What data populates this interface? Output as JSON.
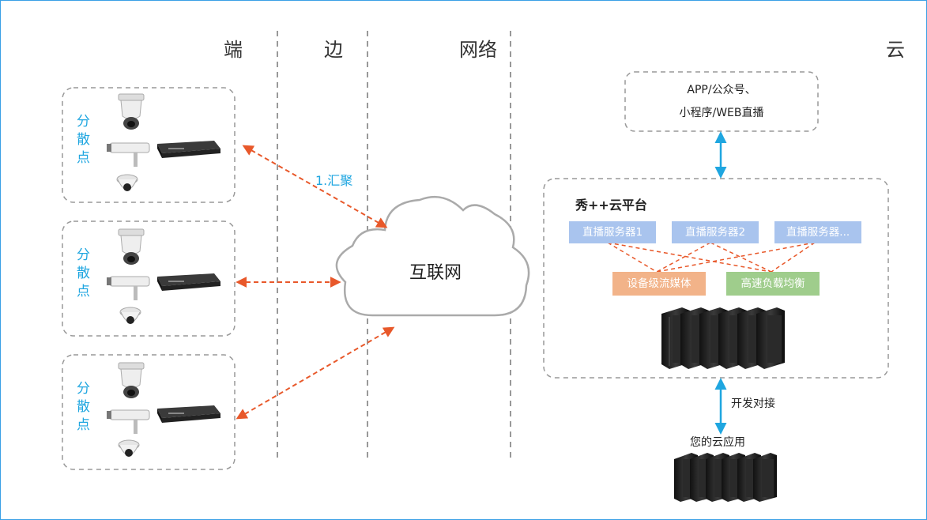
{
  "columns": {
    "end": "端",
    "edge": "边",
    "network": "网络",
    "cloud": "云"
  },
  "sites": [
    {
      "label": "分散点"
    },
    {
      "label": "分散点"
    },
    {
      "label": "分散点"
    }
  ],
  "internet": {
    "label": "互联网",
    "link_label": "1.汇聚"
  },
  "app_box": {
    "line1": "APP/公众号、",
    "line2": "小程序/WEB直播"
  },
  "platform": {
    "title": "秀++云平台",
    "servers": [
      "直播服务器1",
      "直播服务器2",
      "直播服务器..."
    ],
    "modules": [
      "设备级流媒体",
      "高速负载均衡"
    ]
  },
  "integration": {
    "label": "开发对接",
    "target": "您的云应用"
  },
  "colors": {
    "accent": "#1fa6e0",
    "arrow_orange": "#e8582a",
    "dashed_gray": "#999999",
    "server_blue": "#a9c4ee",
    "module_orange": "#f2b389",
    "module_green": "#9fcd8c"
  }
}
